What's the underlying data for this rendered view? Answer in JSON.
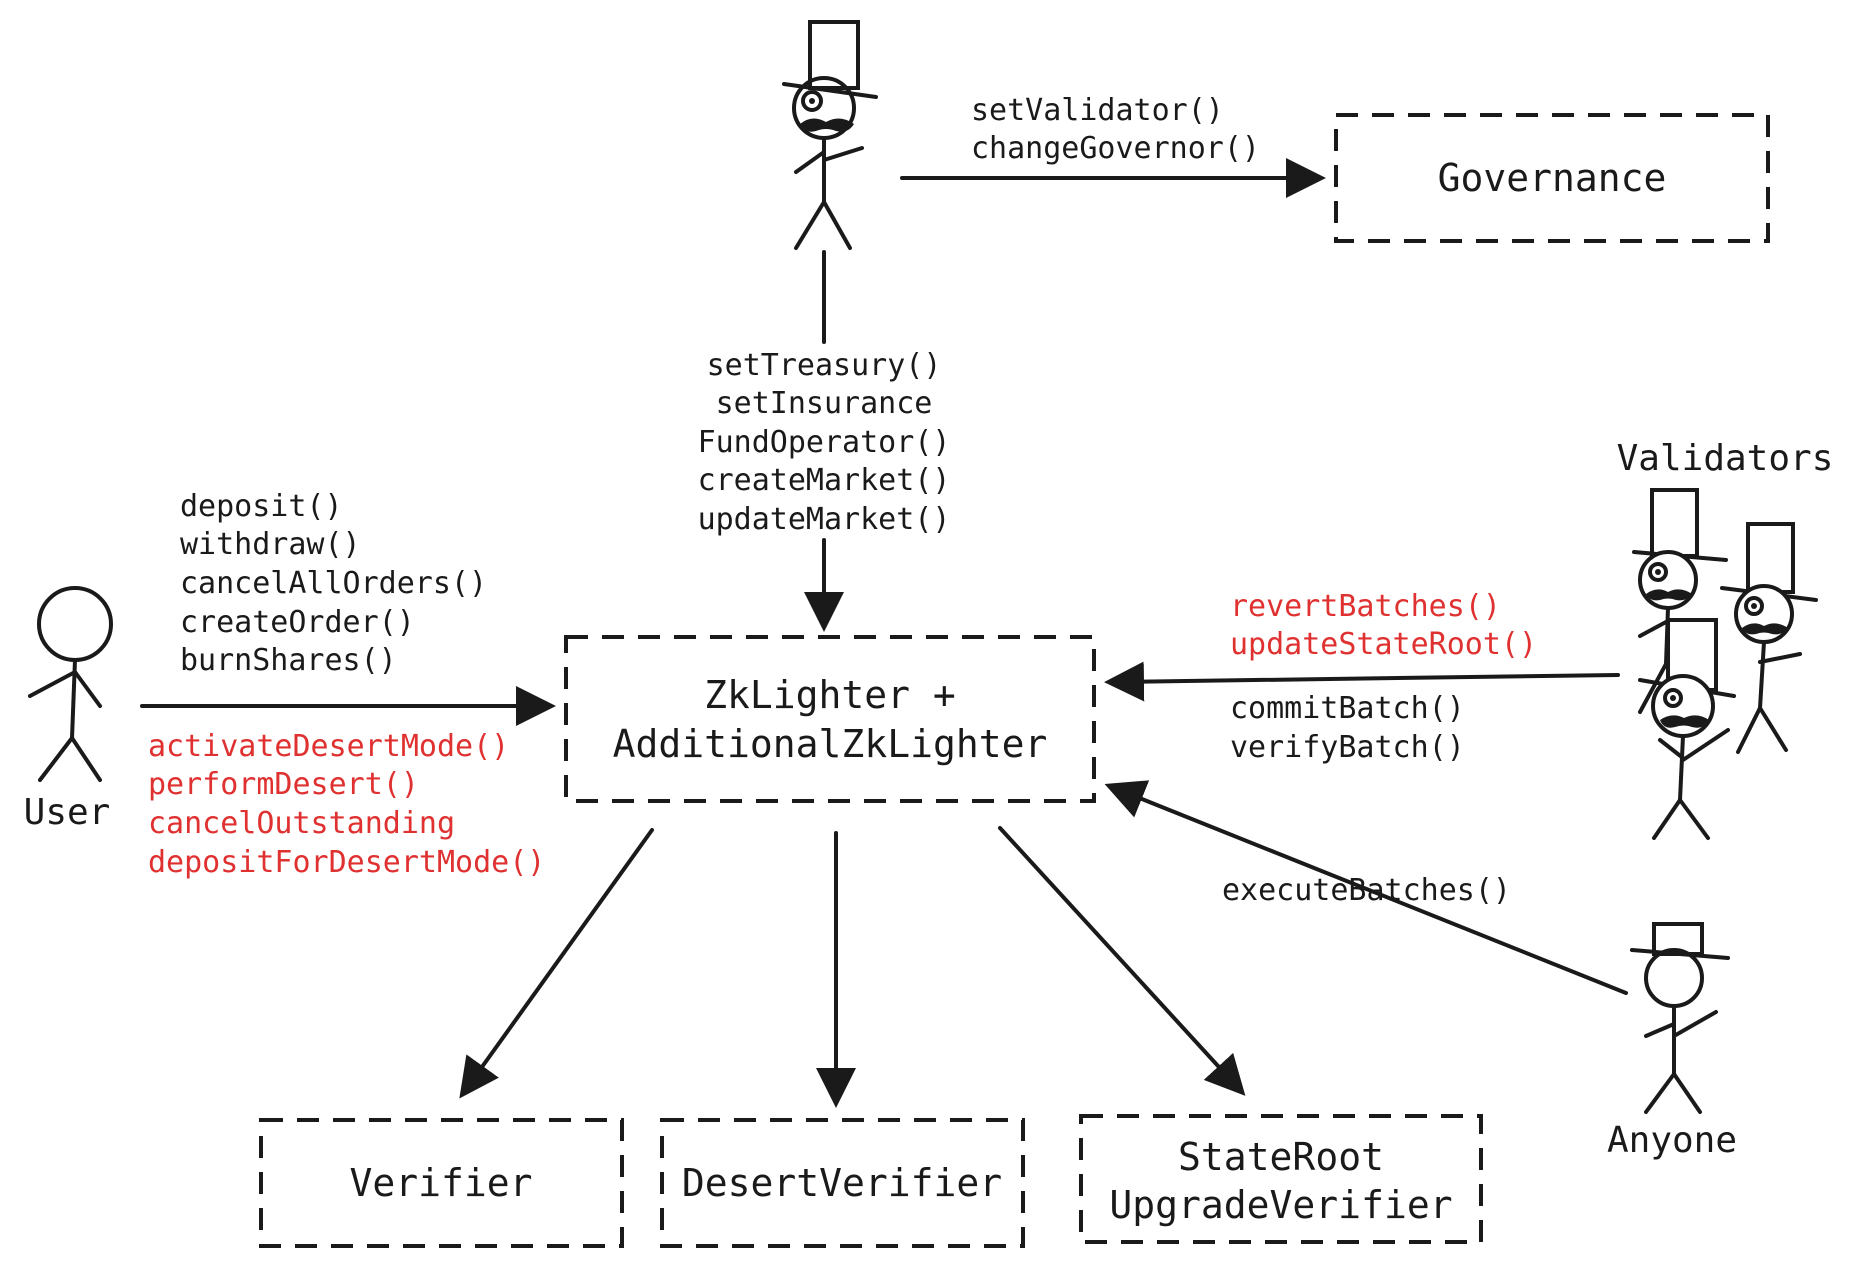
{
  "boxes": {
    "governance": "Governance",
    "zklighter_line1": "ZkLighter +",
    "zklighter_line2": "AdditionalZkLighter",
    "verifier": "Verifier",
    "desert_verifier": "DesertVerifier",
    "stateroot_line1": "StateRoot",
    "stateroot_line2": "UpgradeVerifier"
  },
  "actors": {
    "user": "User",
    "validators": "Validators",
    "anyone": "Anyone"
  },
  "edges": {
    "governor_to_governance": [
      "setValidator()",
      "changeGovernor()"
    ],
    "governor_to_zklighter": [
      "setTreasury()",
      "setInsurance",
      "FundOperator()",
      "createMarket()",
      "updateMarket()"
    ],
    "user_black": [
      "deposit()",
      "withdraw()",
      "cancelAllOrders()",
      "createOrder()",
      "burnShares()"
    ],
    "user_red": [
      "activateDesertMode()",
      "performDesert()",
      "cancelOutstanding",
      "depositForDesertMode()"
    ],
    "validators_red": [
      "revertBatches()",
      "updateStateRoot()"
    ],
    "validators_black": [
      "commitBatch()",
      "verifyBatch()"
    ],
    "anyone": [
      "executeBatches()"
    ]
  },
  "colors": {
    "ink": "#1a1a1a",
    "red": "#e03131",
    "background": "#ffffff"
  }
}
